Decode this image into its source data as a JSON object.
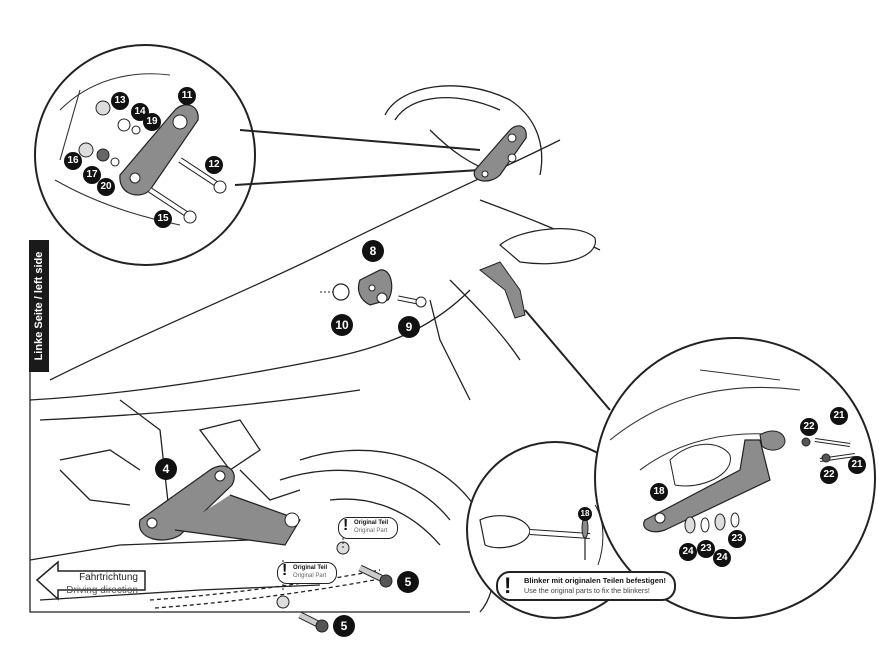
{
  "side_label": "Linke Seite / left side",
  "direction": {
    "label_de": "Fahrtrichtung",
    "label_en": "Driving direction",
    "icon": "arrow-left-icon"
  },
  "blinker_warning": {
    "icon": "exclamation-icon",
    "text_de": "Blinker mit originalen Teilen befestigen!",
    "text_en": "Use the original parts to fix the blinkers!"
  },
  "original_part_labels": [
    {
      "text_de": "Original Teil",
      "text_en": "Original Part"
    },
    {
      "text_de": "Original Teil",
      "text_en": "Original Part"
    }
  ],
  "callouts": {
    "c4": "4",
    "c5a": "5",
    "c5b": "5",
    "c8": "8",
    "c9": "9",
    "c10": "10",
    "c11": "11",
    "c12": "12",
    "c13": "13",
    "c14": "14",
    "c15": "15",
    "c16": "16",
    "c17": "17",
    "c18a": "18",
    "c18b": "18",
    "c19": "19",
    "c20": "20",
    "c21a": "21",
    "c21b": "21",
    "c22a": "22",
    "c22b": "22",
    "c23a": "23",
    "c23b": "23",
    "c24a": "24",
    "c24b": "24"
  },
  "colors": {
    "line": "#222222",
    "part_fill": "#8c8c8c",
    "badge": "#111111"
  }
}
